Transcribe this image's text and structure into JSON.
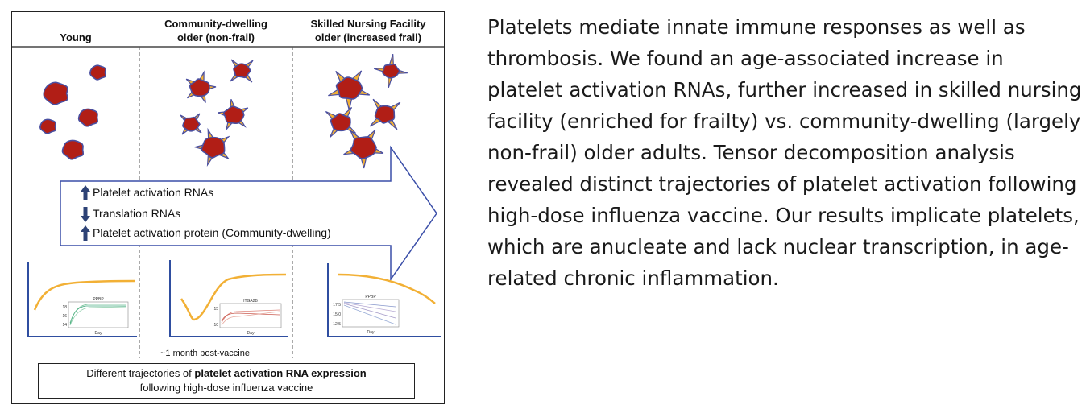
{
  "figure": {
    "columns": [
      {
        "line1": "Young",
        "line2": ""
      },
      {
        "line1": "Community-dwelling",
        "line2": "older (non-frail)"
      },
      {
        "line1": "Skilled Nursing Facility",
        "line2": "older (increased frail)"
      }
    ],
    "findings": [
      {
        "direction": "up",
        "text": "Platelet activation RNAs"
      },
      {
        "direction": "down",
        "text": "Translation RNAs"
      },
      {
        "direction": "up",
        "text": "Platelet activation protein (Community-dwelling)"
      }
    ],
    "time_caption": "~1 month post-vaccine",
    "summary": {
      "prefix": "Different trajectories of ",
      "bold": "platelet activation RNA expression",
      "line2": "following high-dose influenza vaccine"
    },
    "insets": [
      {
        "gene": "PPBP",
        "yticks": [
          "18",
          "16",
          "14"
        ],
        "xlabel": "Day"
      },
      {
        "gene": "ITGA2B",
        "yticks": [
          "15",
          "10"
        ],
        "xlabel": "Day"
      },
      {
        "gene": "PPBP",
        "yticks": [
          "17.5",
          "15.0",
          "12.5"
        ],
        "xlabel": "Day"
      }
    ],
    "colors": {
      "platelet_fill": "#b11e16",
      "platelet_outline": "#4a4fa0",
      "activation_spikes": "#f2b035",
      "trend_curve": "#f2b035",
      "axis": "#2f4ea0",
      "arrow_outline": "#3a4ea8",
      "up_down_arrows": "#2d4276",
      "inset_series": "#2a9d6f"
    }
  },
  "abstract": "Platelets mediate innate immune responses as well as thrombosis. We found an age-associated increase in platelet activation RNAs, further increased in skilled nursing facility (enriched for frailty) vs. community-dwelling (largely non-frail) older adults. Tensor decomposition analysis revealed distinct trajectories of platelet activation following high-dose influenza vaccine. Our results implicate platelets, which are anucleate and lack nuclear transcription, in age-related chronic inflammation."
}
